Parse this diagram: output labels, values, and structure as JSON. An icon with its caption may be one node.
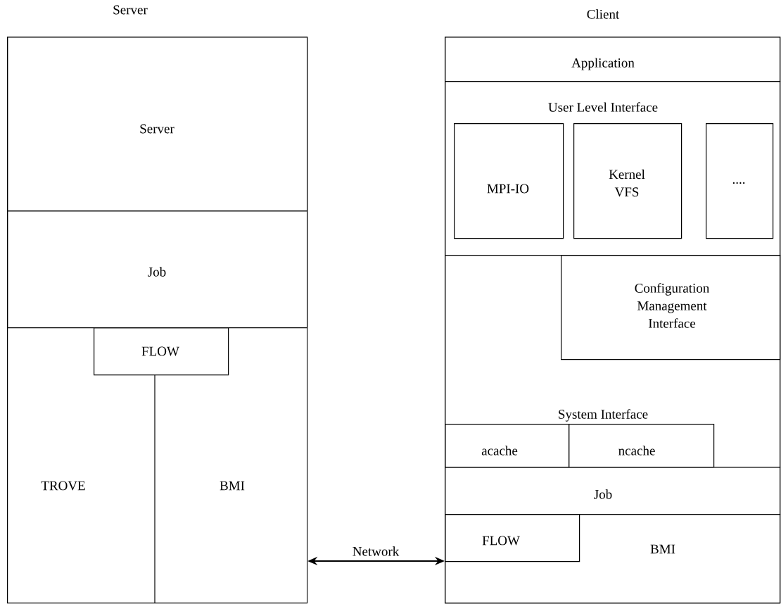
{
  "diagram": {
    "nodes": [
      {
        "text": [
          "Server"
        ]
      },
      {
        "text": [
          "Server"
        ],
        "in": 0
      },
      {
        "text": [
          "Job"
        ],
        "in": 0
      },
      {
        "text": [
          "FLOW"
        ],
        "in": 0
      },
      {
        "text": [
          "TROVE"
        ],
        "in": 0
      },
      {
        "text": [
          "BMI"
        ],
        "in": 0
      },
      {
        "text": [
          "Client"
        ]
      },
      {
        "text": [
          "Application"
        ],
        "in": 6
      },
      {
        "text": [
          "User Level Interface"
        ],
        "in": 6
      },
      {
        "text": [
          "MPI-IO"
        ],
        "in": 8
      },
      {
        "text": [
          "Kernel VFS"
        ],
        "in": 8
      },
      {
        "text": [
          "...."
        ],
        "in": 8
      },
      {
        "text": [
          "System Interface"
        ],
        "in": 6
      },
      {
        "text": [
          "Configuration Management Interface"
        ],
        "in": 12
      },
      {
        "text": [
          "acache"
        ],
        "in": 12
      },
      {
        "text": [
          "ncache"
        ],
        "in": 12
      },
      {
        "text": [
          "Job"
        ],
        "in": 6
      },
      {
        "text": [
          "BMI"
        ],
        "in": 6
      },
      {
        "text": [
          "FLOW"
        ],
        "in": 17
      }
    ],
    "edges": [
      {
        "from": 0,
        "to": 6,
        "arrow": "both",
        "label": "Network"
      }
    ]
  }
}
